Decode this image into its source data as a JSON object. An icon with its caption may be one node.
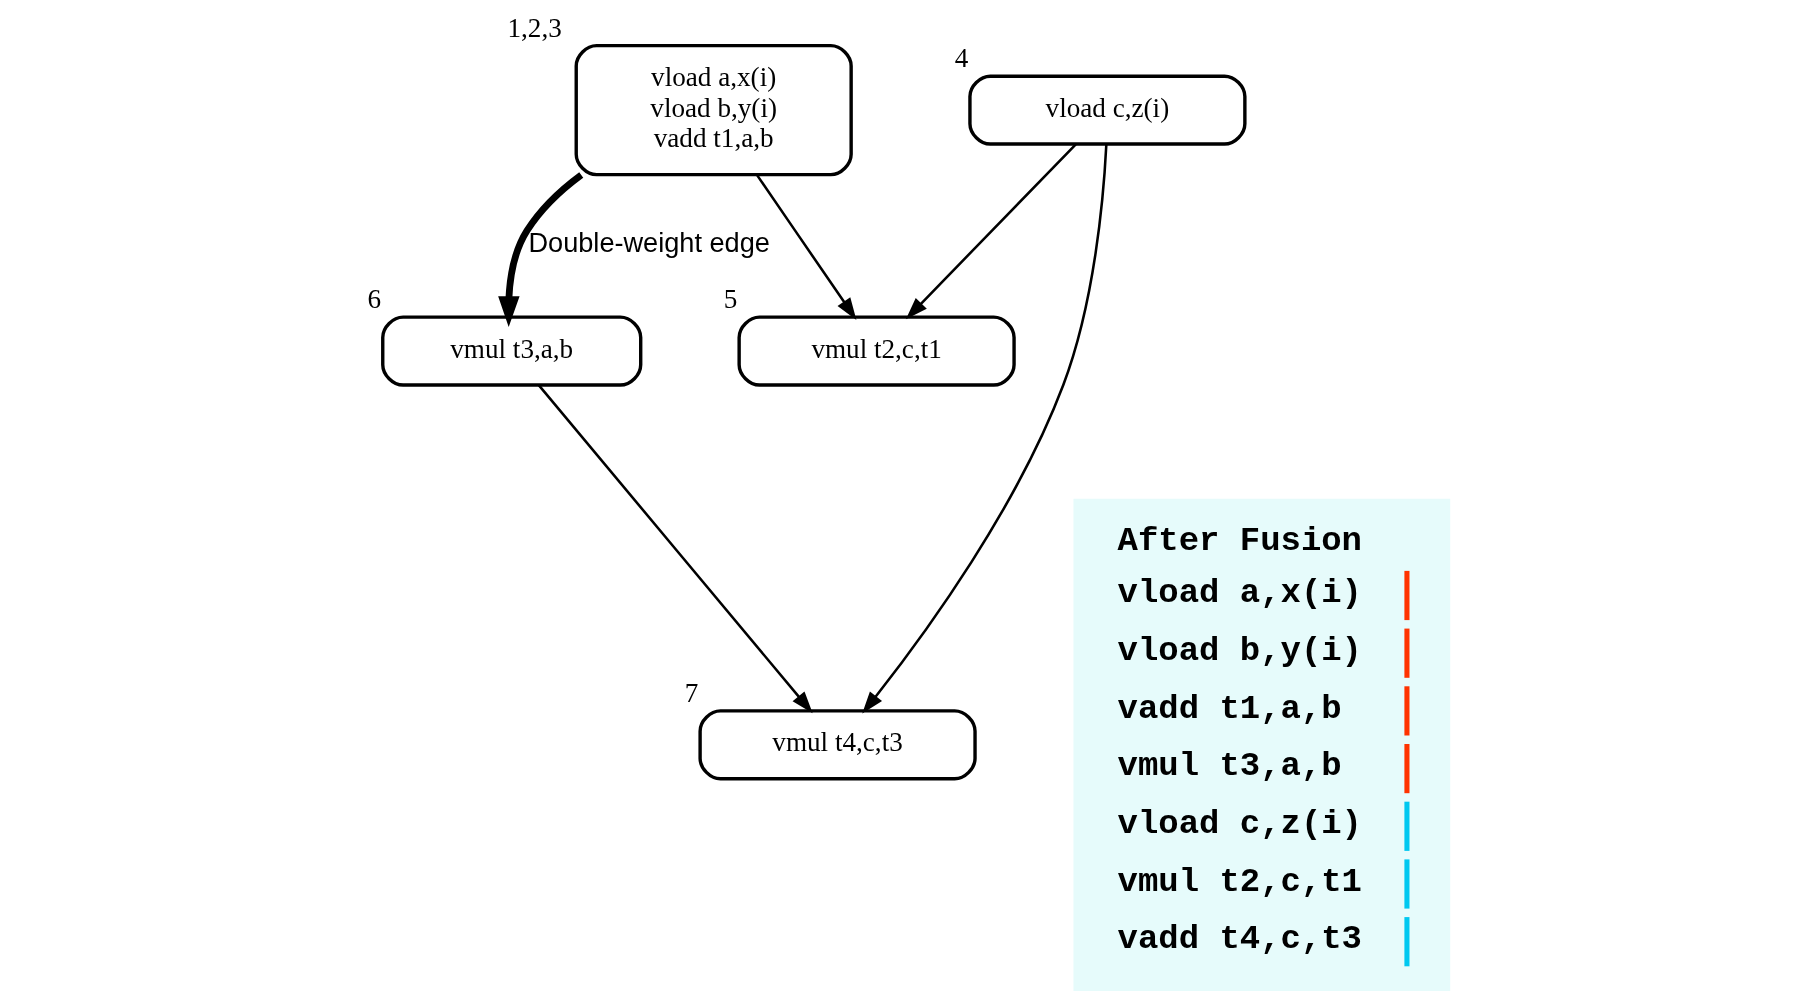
{
  "diagram": {
    "nodes": [
      {
        "text": [
          "vload a,x(i)",
          "vload b,y(i)",
          "vadd t1,a,b"
        ],
        "beside": [
          "1,2,3"
        ]
      },
      {
        "text": [
          "vload c,z(i)"
        ],
        "beside": [
          "4"
        ]
      },
      {
        "text": [
          "vmul t2,c,t1"
        ],
        "beside": [
          "5"
        ]
      },
      {
        "text": [
          "vmul t3,a,b"
        ],
        "beside": [
          "6"
        ]
      },
      {
        "text": [
          "vmul t4,c,t3"
        ],
        "beside": [
          "7"
        ]
      },
      {
        "text": [
          "After Fusion",
          "vload a,x(i)",
          "vload b,y(i)",
          "vadd t1,a,b",
          "vmul t3,a,b",
          "vload c,z(i)",
          "vmul t2,c,t1",
          "vadd t4,c,t3"
        ]
      }
    ],
    "edges": [
      {
        "from": 0,
        "to": 2,
        "arrow": "to"
      },
      {
        "from": 0,
        "to": 3,
        "arrow": "to",
        "label": "Double-weight edge",
        "style": "thick"
      },
      {
        "from": 1,
        "to": 2,
        "arrow": "to"
      },
      {
        "from": 1,
        "to": 4,
        "arrow": "to"
      },
      {
        "from": 3,
        "to": 4,
        "arrow": "to"
      }
    ]
  }
}
